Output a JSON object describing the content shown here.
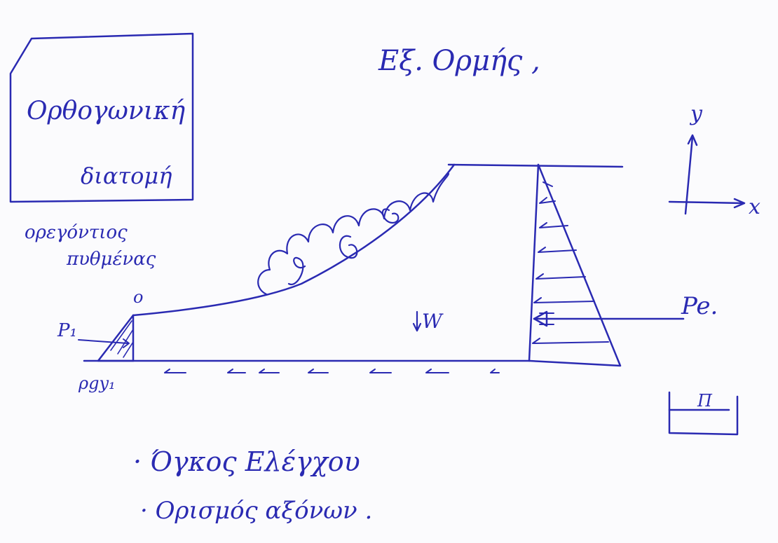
{
  "title": "Εξ. Ορμής ,",
  "box_label": {
    "line1": "Ορθογωνική",
    "line2": "διατομή"
  },
  "side_note": {
    "line1": "ορεγόντιος",
    "line2": "πυθμένας"
  },
  "labels": {
    "p1": "P₁",
    "pe": "Pe.",
    "rho_g_y": "ρgy₁",
    "w": "W",
    "origin": "o",
    "axis_x": "x",
    "axis_y": "y",
    "pi": "Π"
  },
  "bullets": [
    "· Όγκος Ελέγχου",
    "· Ορισμός αξόνων ."
  ],
  "colors": {
    "ink": "#2a2ab2",
    "paper": "#fbfbfd"
  }
}
